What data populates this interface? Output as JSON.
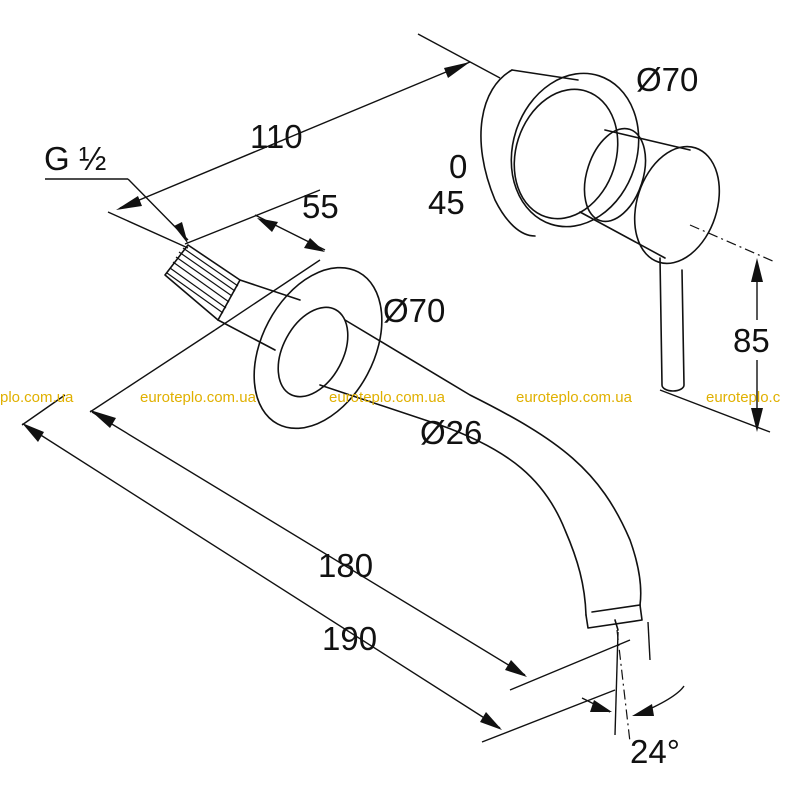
{
  "dimensions": {
    "thread": "G ½",
    "d110": "110",
    "d55": "55",
    "plate_dia_top": "Ø70",
    "body_dia_0": "0",
    "body_dia_45": "45",
    "plate_dia_mid": "Ø70",
    "pipe_dia": "Ø26",
    "d85": "85",
    "d180": "180",
    "d190": "190",
    "angle": "24°"
  },
  "watermark": {
    "items": [
      "plo.com.ua",
      "euroteplo.com.ua",
      "euroteplo.com.ua",
      "euroteplo.com.ua",
      "euroteplo.c"
    ],
    "color": "#e0b000"
  }
}
